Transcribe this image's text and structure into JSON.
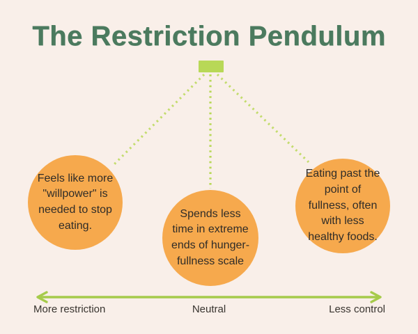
{
  "diagram": {
    "title": "The Restriction Pendulum",
    "nodes": [
      {
        "id": "more-restriction",
        "text": "Feels like more \"willpower\" is needed to stop eating."
      },
      {
        "id": "neutral",
        "text": "Spends less time in extreme ends of hunger-fullness scale"
      },
      {
        "id": "less-control",
        "text": "Eating past the point of fullness, often with less healthy foods."
      }
    ],
    "axis": {
      "left_label": "More restriction",
      "center_label": "Neutral",
      "right_label": "Less control"
    },
    "colors": {
      "background": "#f9efe9",
      "title_green": "#4b7a5e",
      "circle_orange": "#f6a94d",
      "pivot_green": "#b8d857",
      "dotted_line_green": "#c3dc6d",
      "arrow_green": "#a6cb4b",
      "body_text": "#2f2c28"
    }
  }
}
